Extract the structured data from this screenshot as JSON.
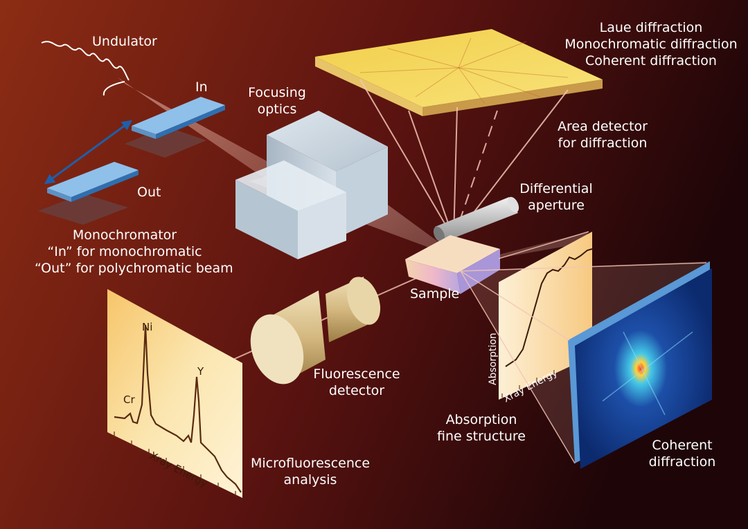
{
  "labels": {
    "undulator": "Undulator",
    "mono_in": "In",
    "mono_out": "Out",
    "monochromator": [
      "Monochromator",
      "“In” for monochromatic",
      "“Out” for polychromatic beam"
    ],
    "focusing_optics": [
      "Focusing",
      "optics"
    ],
    "diffraction_types": [
      "Laue diffraction",
      "Monochromatic diffraction",
      "Coherent diffraction"
    ],
    "area_detector": [
      "Area detector",
      "for diffraction"
    ],
    "differential_aperture": [
      "Differential",
      "aperture"
    ],
    "sample": "Sample",
    "fluorescence_detector": [
      "Fluorescence",
      "detector"
    ],
    "microfluorescence": [
      "Microfluorescence",
      "analysis"
    ],
    "absorption_fine_structure": [
      "Absorption",
      "fine structure"
    ],
    "coherent_diffraction": [
      "Coherent",
      "diffraction"
    ]
  },
  "fluorescence_spectrum": {
    "xlabel": "Xray Energy",
    "peaks": [
      "Ni",
      "Y",
      "Cr"
    ]
  },
  "absorption_plot": {
    "xlabel": "Xray Energy",
    "ylabel": "Absorption"
  },
  "colors": {
    "background_left": "#8a2a12",
    "background_right": "#200608",
    "panel_yellow": "#f7d96a",
    "crystal_blue": "#6fa8dc",
    "arrow_blue": "#1f5fa8",
    "beam": "#f3c4b4"
  }
}
